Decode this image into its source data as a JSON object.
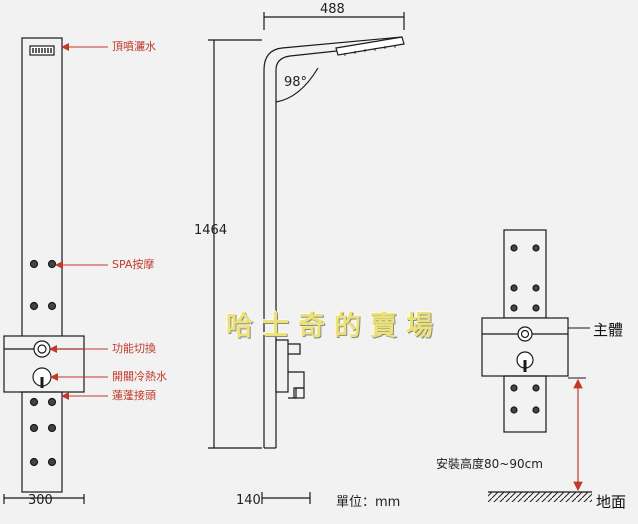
{
  "labels": {
    "top_spray": "頂噴灑水",
    "spa_massage": "SPA按摩",
    "function_switch": "功能切換",
    "hot_cold_switch": "開關冷熱水",
    "shower_connector": "蓮蓬接頭"
  },
  "dimensions": {
    "top_width": "488",
    "height": "1464",
    "angle": "98°",
    "front_width": "300",
    "side_depth": "140",
    "unit": "單位：mm",
    "install_height": "安裝高度80~90cm"
  },
  "right_view": {
    "main_body": "主體",
    "ground": "地面"
  },
  "watermark": "哈士奇的賣場",
  "colors": {
    "accent": "#c0392b",
    "line": "#1a1a1a",
    "watermark": "#ece27a"
  }
}
